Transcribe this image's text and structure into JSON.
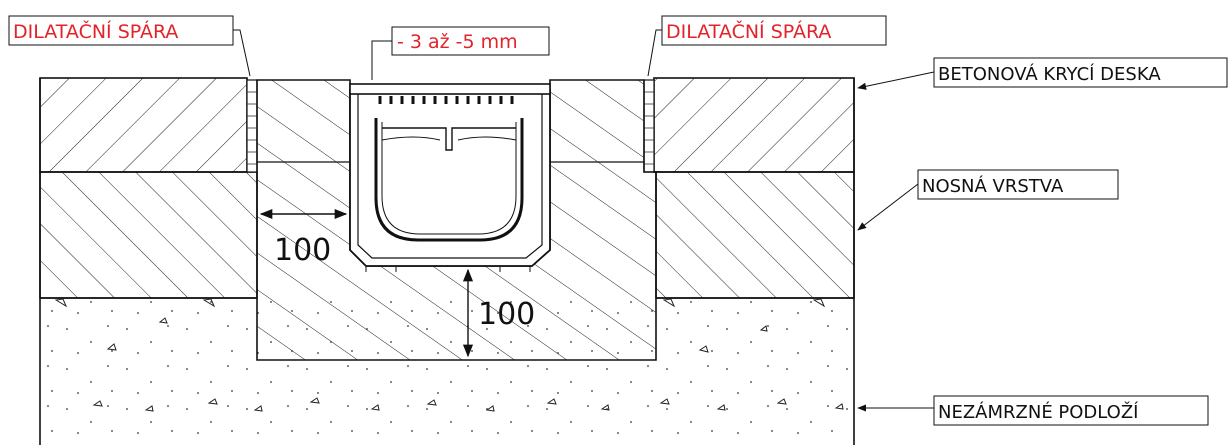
{
  "labels": {
    "dilatation_left": "DILATAČNÍ SPÁRA",
    "dilatation_right": "DILATAČNÍ SPÁRA",
    "tolerance": "- 3 až -5 mm",
    "cover_slab": "BETONOVÁ KRYCÍ DESKA",
    "bearing_layer": "NOSNÁ VRSTVA",
    "frost_free_subgrade": "NEZÁMRZNÉ PODLOŽÍ"
  },
  "dimensions": {
    "side_clearance": "100",
    "bottom_clearance": "100"
  },
  "colors": {
    "line": "#111111",
    "label_red": "#e3232a"
  }
}
